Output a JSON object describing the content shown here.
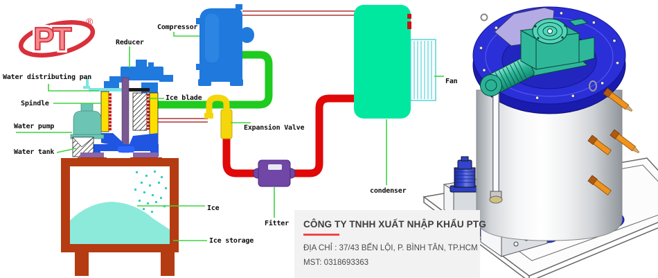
{
  "logo": {
    "text": "PT",
    "registered_mark": "®"
  },
  "diagram_labels": {
    "water_distributing_pan": "Water distributing pan",
    "reducer": "Reducer",
    "compressor": "Compressor",
    "spindle": "Spindle",
    "ice_blade": "Ice blade",
    "water_pump": "Water pump",
    "expansion_valve": "Expansion Valve",
    "water_tank": "Water tank",
    "fan": "Fan",
    "condenser": "condenser",
    "ice": "Ice",
    "fitter": "Fitter",
    "ice_storage": "Ice storage"
  },
  "company": {
    "name": "CÔNG TY TNHH XUẤT NHẬP KHẨU PTG",
    "address": "ĐỊA CHỈ : 37/43 BẾN LỘI, P. BÌNH TÂN, TP.HCM",
    "tax_id": "MST: 0318693363"
  },
  "colors": {
    "logo-red": "#d9303c",
    "leader-green": "#3ed43e",
    "pipe-green": "#1ecb1e",
    "pipe-red": "#e00808",
    "thin-red": "#b85050",
    "condenser-green": "#00e8a0",
    "fan-cyan": "#56d2d8",
    "compressor-blue": "#2079dd",
    "valve-yellow": "#f4d60a",
    "filter-purple": "#7046a6",
    "tank-brick": "#b53b12",
    "ice-teal": "#8ceada",
    "drum-yellow": "#ffdf00",
    "shaft-purple": "#7a5890",
    "pump-teal": "#6cc4b4",
    "lid-blue": "#2b2fd8",
    "gear-teal": "#2fb79a",
    "fitting-orange": "#ef931c",
    "underline-red": "#f04545",
    "label-black": "#0d0d0d"
  }
}
